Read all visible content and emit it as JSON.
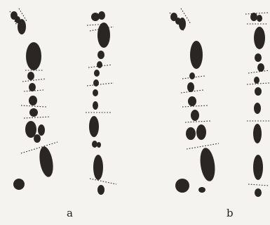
{
  "panels": [
    {
      "id": "a",
      "label": "a"
    },
    {
      "id": "b",
      "label": "b"
    }
  ],
  "colors": {
    "background": "#f4f3ef",
    "segment": "#2a2623"
  }
}
